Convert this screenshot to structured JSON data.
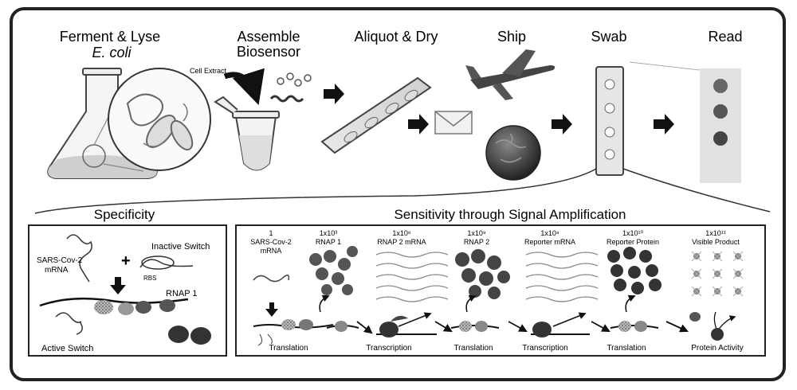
{
  "steps": [
    {
      "title": "Ferment & Lyse",
      "sub": "E. coli"
    },
    {
      "title": "Assemble",
      "sub": "Biosensor"
    },
    {
      "title": "Aliquot & Dry",
      "sub": ""
    },
    {
      "title": "Ship",
      "sub": ""
    },
    {
      "title": "Swab",
      "sub": ""
    },
    {
      "title": "Read",
      "sub": ""
    }
  ],
  "cell_extract": "Cell Extract",
  "specificity": {
    "title": "Specificity",
    "mrna_l1": "SARS-Cov-2",
    "mrna_l2": "mRNA",
    "plus": "+",
    "inactive": "Inactive Switch",
    "rbs": "RBS",
    "rnap": "RNAP 1",
    "active": "Active Switch"
  },
  "sensitivity": {
    "title": "Sensitivity through Signal Amplification",
    "columns": [
      {
        "count": "1",
        "name": "SARS-Cov-2",
        "name2": "mRNA"
      },
      {
        "count": "1x10³",
        "name": "RNAP 1",
        "name2": ""
      },
      {
        "count": "1x10⁶",
        "name": "RNAP 2 mRNA",
        "name2": ""
      },
      {
        "count": "1x10⁹",
        "name": "RNAP 2",
        "name2": ""
      },
      {
        "count": "1x10⁸",
        "name": "Reporter mRNA",
        "name2": ""
      },
      {
        "count": "1x10¹⁰",
        "name": "Reporter Protein",
        "name2": ""
      },
      {
        "count": "1x10¹¹",
        "name": "Visible Product",
        "name2": ""
      }
    ],
    "processes": [
      "Translation",
      "Transcription",
      "Translation",
      "Transcription",
      "Translation",
      "Protein Activity"
    ]
  }
}
